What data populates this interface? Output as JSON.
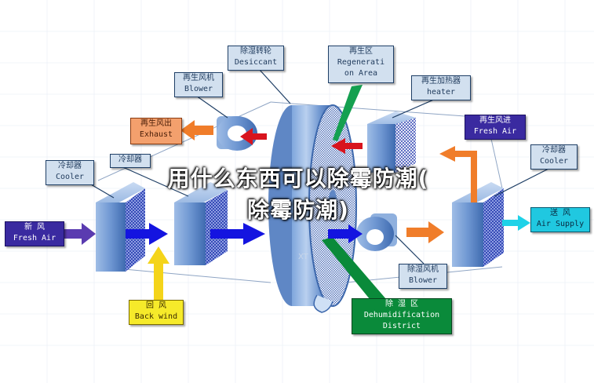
{
  "labels": {
    "desiccant": {
      "cn": "除湿转轮",
      "en": "Desiccant"
    },
    "regen_area": {
      "cn": "再生区",
      "en1": "Regenerati",
      "en2": "on Area"
    },
    "regen_blower": {
      "cn": "再生风机",
      "en": "Blower"
    },
    "regen_heater": {
      "cn": "再生加热器",
      "en": "heater"
    },
    "regen_exhaust": {
      "cn": "再生风出",
      "en": "Exhaust"
    },
    "regen_fresh": {
      "cn": "再生风进",
      "en": "Fresh Air"
    },
    "cooler_left": {
      "cn": "冷却器",
      "en": "Cooler"
    },
    "cooler_mid": {
      "cn": "冷却器"
    },
    "cooler_right": {
      "cn": "冷却器",
      "en": "Cooler"
    },
    "fresh_air": {
      "cn": "新    风",
      "en": "Fresh Air"
    },
    "air_supply": {
      "cn": "送  风",
      "en": "Air Supply"
    },
    "back_wind": {
      "cn": "回    风",
      "en": "Back wind"
    },
    "dehum_blower": {
      "cn": "除湿风机",
      "en": "Blower"
    },
    "dehum_district": {
      "cn": "除    湿    区",
      "en1": "Dehumidification",
      "en2": "District"
    }
  },
  "watermark": {
    "line1": "用什么东西可以除霉防潮(",
    "line2": "除霉防潮)"
  },
  "colors": {
    "unit_blue": "#5c87c4",
    "mesh_dark": "#1e2f9a",
    "arrow_blue": "#1414e0",
    "arrow_red": "#d8141e",
    "arrow_orange": "#f07d2a",
    "arrow_yellow": "#f4d41a",
    "arrow_purple": "#5a3bb0",
    "arrow_cyan": "#1ed2e8"
  }
}
